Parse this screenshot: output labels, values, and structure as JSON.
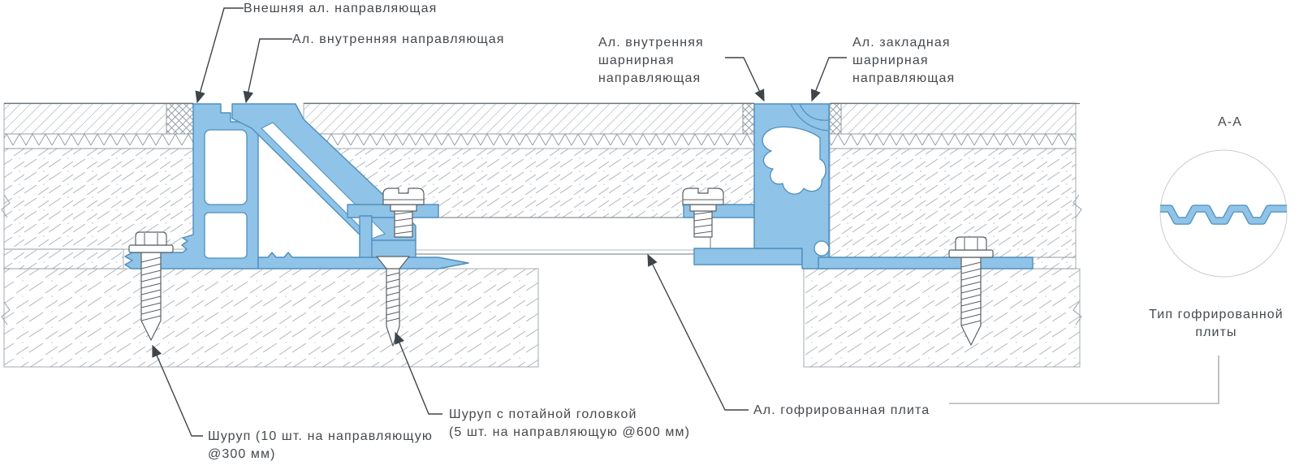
{
  "colors": {
    "alu": "#8FC3E7",
    "alu_edge": "#4E8FBE",
    "line": "#3F4449",
    "text": "#45494D",
    "hatch": "#96A0A7"
  },
  "labels": {
    "outer_rail": "Внешняя ал. направляющая",
    "inner_rail": "Ал. внутренняя направляющая",
    "inner_hinge_rail": [
      "Ал. внутренняя",
      "шарнирная",
      "направляющая"
    ],
    "embedded_hinge_rail": [
      "Ал. закладная",
      "шарнирная",
      "направляющая"
    ],
    "screw_300": [
      "Шуруп (10 шт. на направляющую",
      "@300 мм)"
    ],
    "screw_600": [
      "Шуруп с потайной головкой",
      "(5 шт. на направляющую @600 мм)"
    ],
    "corrugated_plate": "Ал. гофрированная плита",
    "section": "А-А",
    "corrugated_type": [
      "Тип гофрированной",
      "плиты"
    ]
  }
}
